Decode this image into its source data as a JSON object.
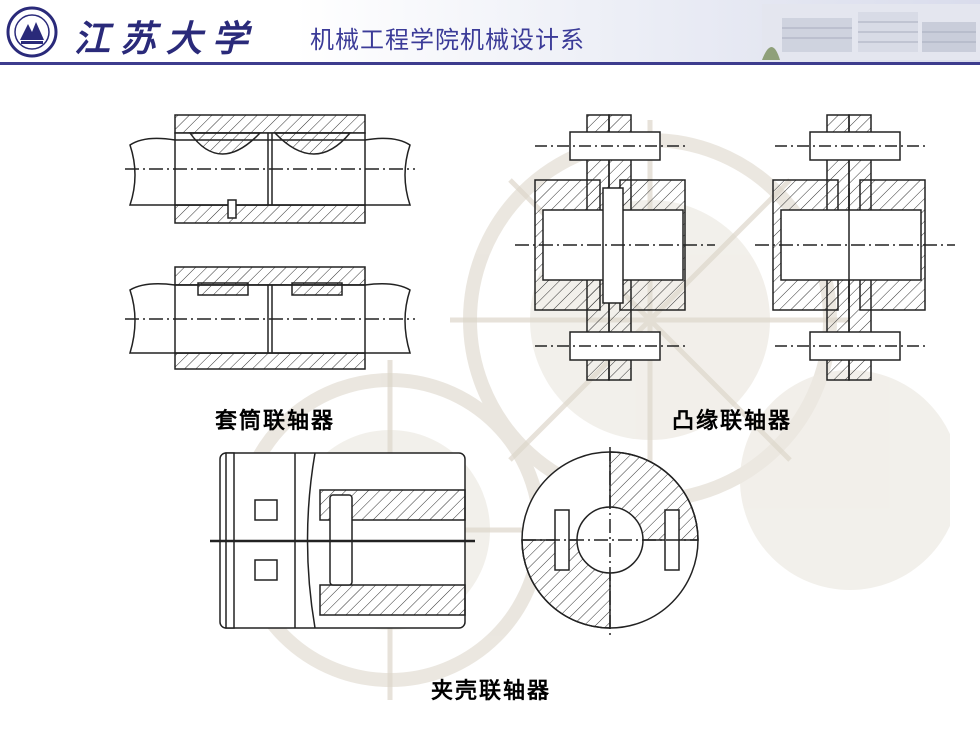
{
  "header": {
    "university_name": "江苏大学",
    "department_title": "机械工程学院机械设计系"
  },
  "figures": {
    "sleeve_coupling": "套筒联轴器",
    "flange_coupling": "凸缘联轴器",
    "clamp_coupling": "夹壳联轴器"
  },
  "colors": {
    "header_line": "#3d3c8e",
    "title_text": "#3b3b98",
    "line_art": "#222222"
  },
  "icons": [
    "university-logo-icon",
    "campus-photo-icon",
    "gear-watermark-icon"
  ]
}
